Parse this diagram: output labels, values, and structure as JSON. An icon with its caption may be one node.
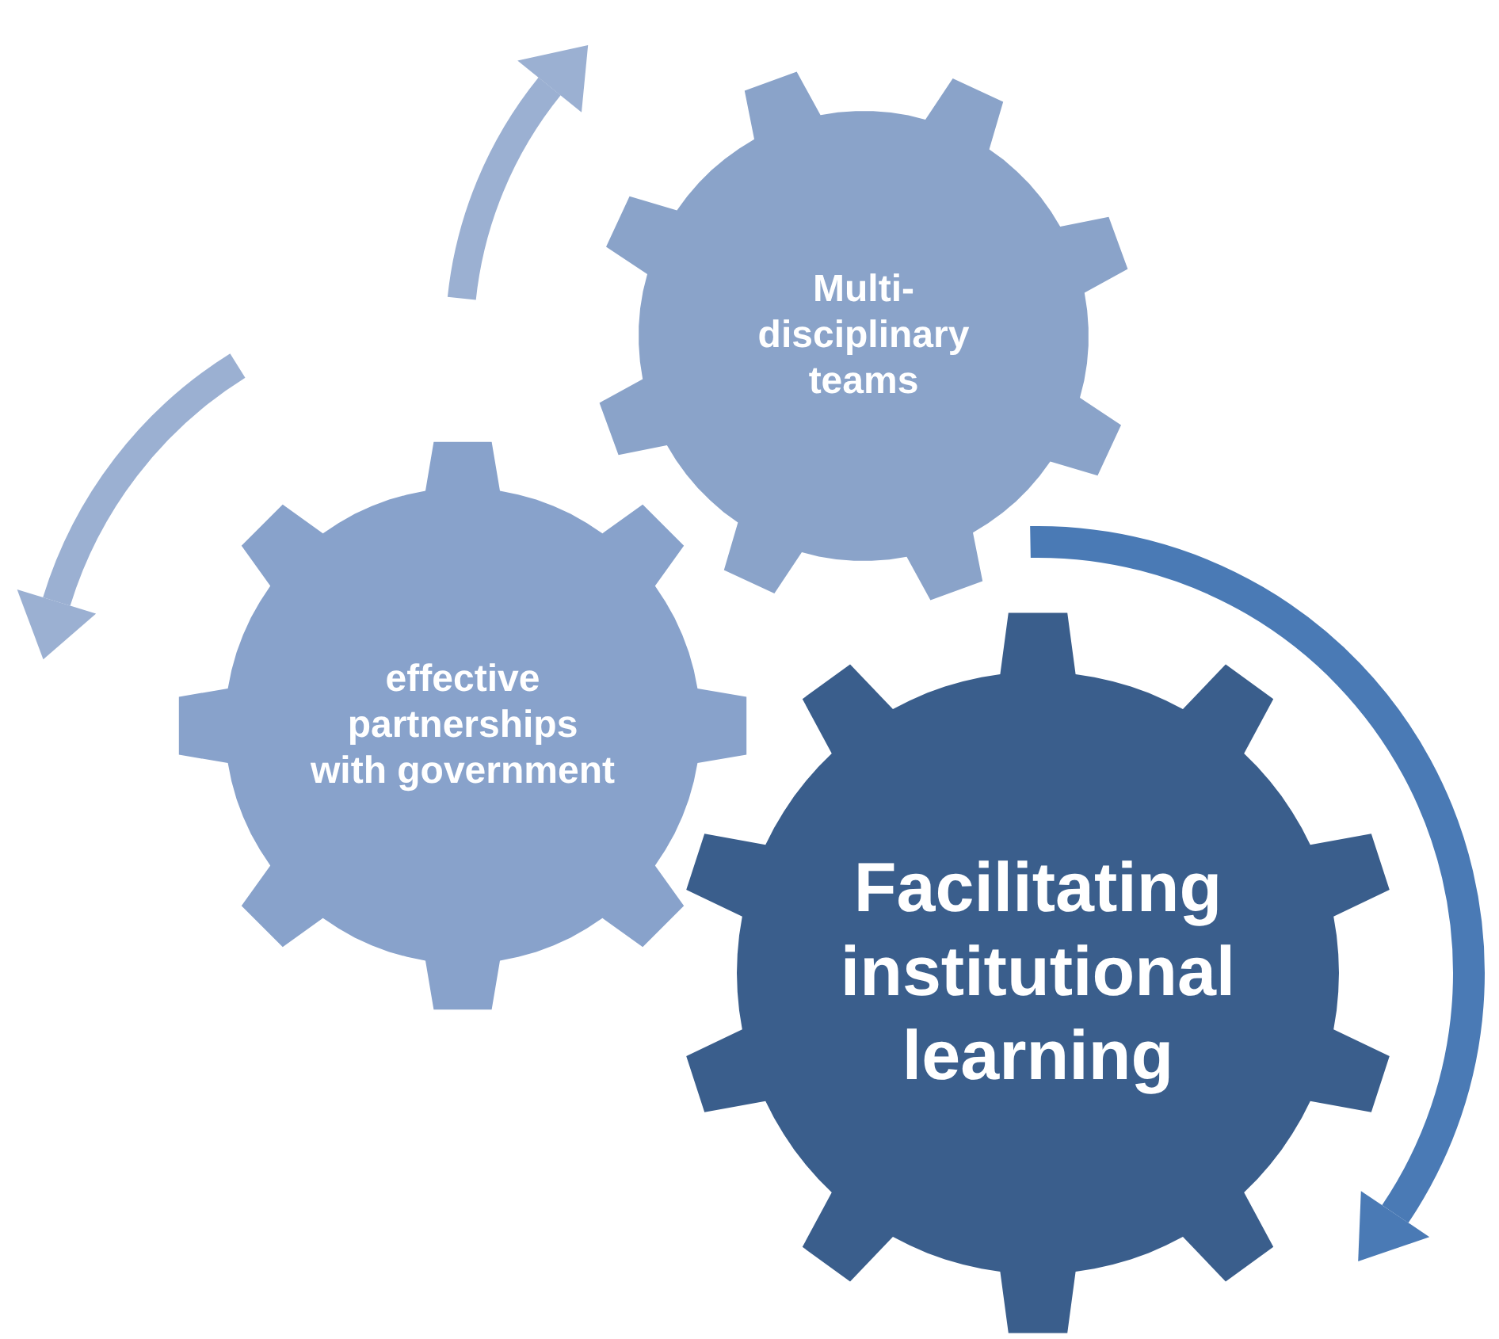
{
  "diagram": {
    "nodes": [
      {
        "text": [
          "Multi-disciplinary teams"
        ]
      },
      {
        "text": [
          "effective partnerships with government"
        ]
      },
      {
        "text": [
          "Facilitating institutional learning"
        ]
      }
    ]
  }
}
